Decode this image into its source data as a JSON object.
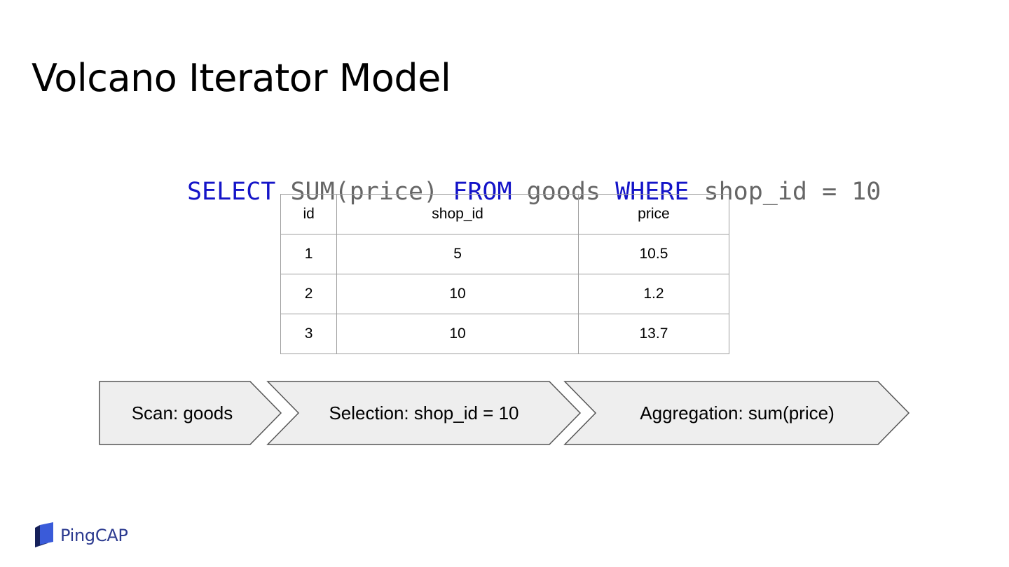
{
  "slide": {
    "title": "Volcano Iterator Model"
  },
  "sql": {
    "parts": [
      {
        "text": "SELECT",
        "keyword": true
      },
      {
        "text": " SUM(price) ",
        "keyword": false
      },
      {
        "text": "FROM",
        "keyword": true
      },
      {
        "text": " goods ",
        "keyword": false
      },
      {
        "text": "WHERE",
        "keyword": true
      },
      {
        "text": " shop_id = 10",
        "keyword": false
      }
    ],
    "keyword_color": "#1414c8",
    "text_color": "#666666"
  },
  "table": {
    "headers": [
      "id",
      "shop_id",
      "price"
    ],
    "rows": [
      [
        "1",
        "5",
        "10.5"
      ],
      [
        "2",
        "10",
        "1.2"
      ],
      [
        "3",
        "10",
        "13.7"
      ]
    ]
  },
  "pipeline": {
    "steps": [
      {
        "label": "Scan: goods"
      },
      {
        "label": "Selection: shop_id = 10"
      },
      {
        "label": "Aggregation: sum(price)"
      }
    ],
    "fill": "#eeeeee",
    "stroke": "#555555"
  },
  "logo": {
    "text": "PingCAP",
    "icon": "pingcap-logo-icon"
  }
}
